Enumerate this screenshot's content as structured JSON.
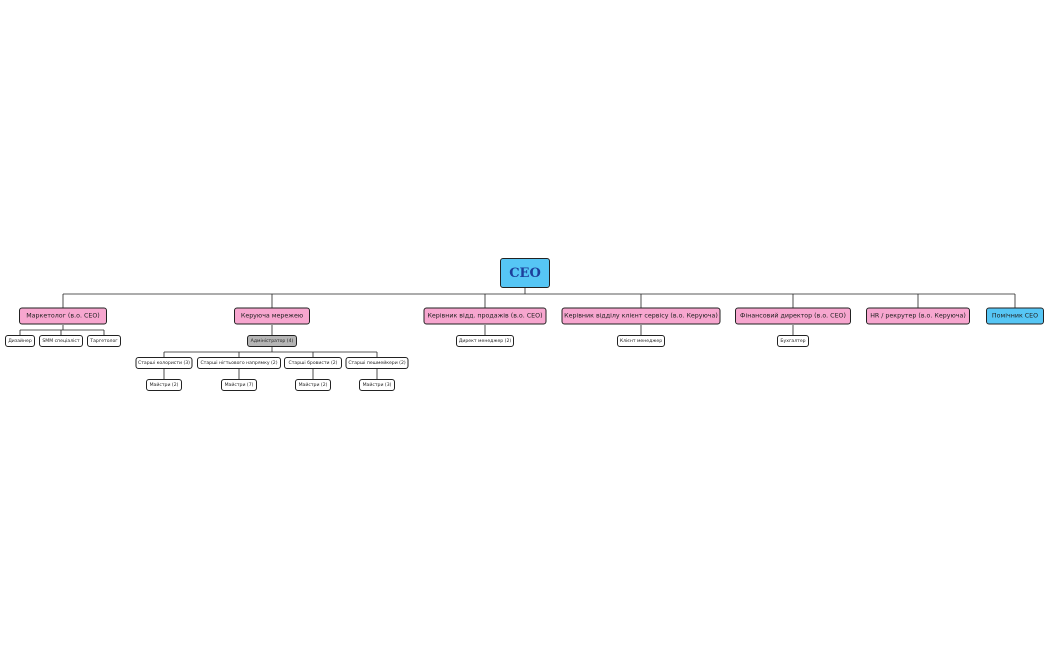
{
  "root": {
    "label": "CEO",
    "color": "#56c6f5"
  },
  "departments": [
    {
      "label": "Маркетолог (в.о. CEO)",
      "color": "#f7a6cf",
      "children": [
        {
          "label": "Дизайнер"
        },
        {
          "label": "SMM спеціаліст"
        },
        {
          "label": "Таргетолог"
        }
      ]
    },
    {
      "label": "Керуюча мережею",
      "color": "#f7a6cf",
      "admin": {
        "label": "Адміністратор (4)",
        "color": "#b5b5b5",
        "groups": [
          {
            "senior": "Старші колористи (3)",
            "masters": "Майстри (2)"
          },
          {
            "senior": "Старші нігтьового напрямку (2)",
            "masters": "Майстри (7)"
          },
          {
            "senior": "Старші бровисти (2)",
            "masters": "Майстри (2)"
          },
          {
            "senior": "Старші пешмейкери (2)",
            "masters": "Майстри (3)"
          }
        ]
      }
    },
    {
      "label": "Керівник відд. продажів (в.о. CEO)",
      "color": "#f7a6cf",
      "children": [
        {
          "label": "Директ менеджер (2)"
        }
      ]
    },
    {
      "label": "Керівник відділу клієнт сервісу (в.о. Керуюча)",
      "color": "#f7a6cf",
      "children": [
        {
          "label": "Клієнт менеджер"
        }
      ]
    },
    {
      "label": "Фінансовий директор (в.о. CEO)",
      "color": "#f7a6cf",
      "children": [
        {
          "label": "Бухгалтер"
        }
      ]
    },
    {
      "label": "HR / рекрутер (в.о. Керуюча)",
      "color": "#f7a6cf",
      "children": []
    },
    {
      "label": "Помічник CEO",
      "color": "#56c6f5",
      "children": []
    }
  ]
}
